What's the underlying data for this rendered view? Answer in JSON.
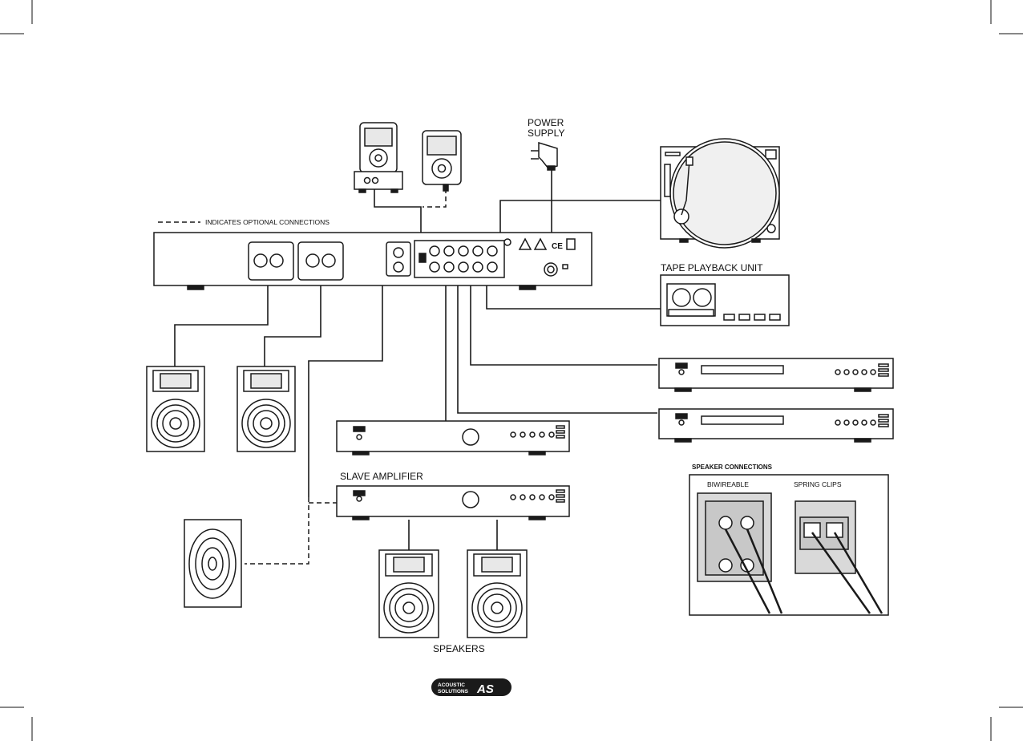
{
  "labels": {
    "optional_note": "INDICATES OPTIONAL CONNECTIONS",
    "power_supply_line1": "POWER",
    "power_supply_line2": "SUPPLY",
    "tape_unit": "TAPE PLAYBACK UNIT",
    "slave_amplifier": "SLAVE AMPLIFIER",
    "speakers": "SPEAKERS",
    "speaker_connections": "SPEAKER CONNECTIONS",
    "biwireable": "BIWIREABLE",
    "spring_clips": "SPRING CLIPS"
  },
  "logo": {
    "line1": "ACOUSTIC",
    "line2": "SOLUTIONS",
    "mark": "AS"
  },
  "colors": {
    "line": "#1a1a1a",
    "device_fill": "#e8e8e8",
    "panel_fill": "#d9d9d9",
    "turntable_fill": "#f0f0f0"
  }
}
